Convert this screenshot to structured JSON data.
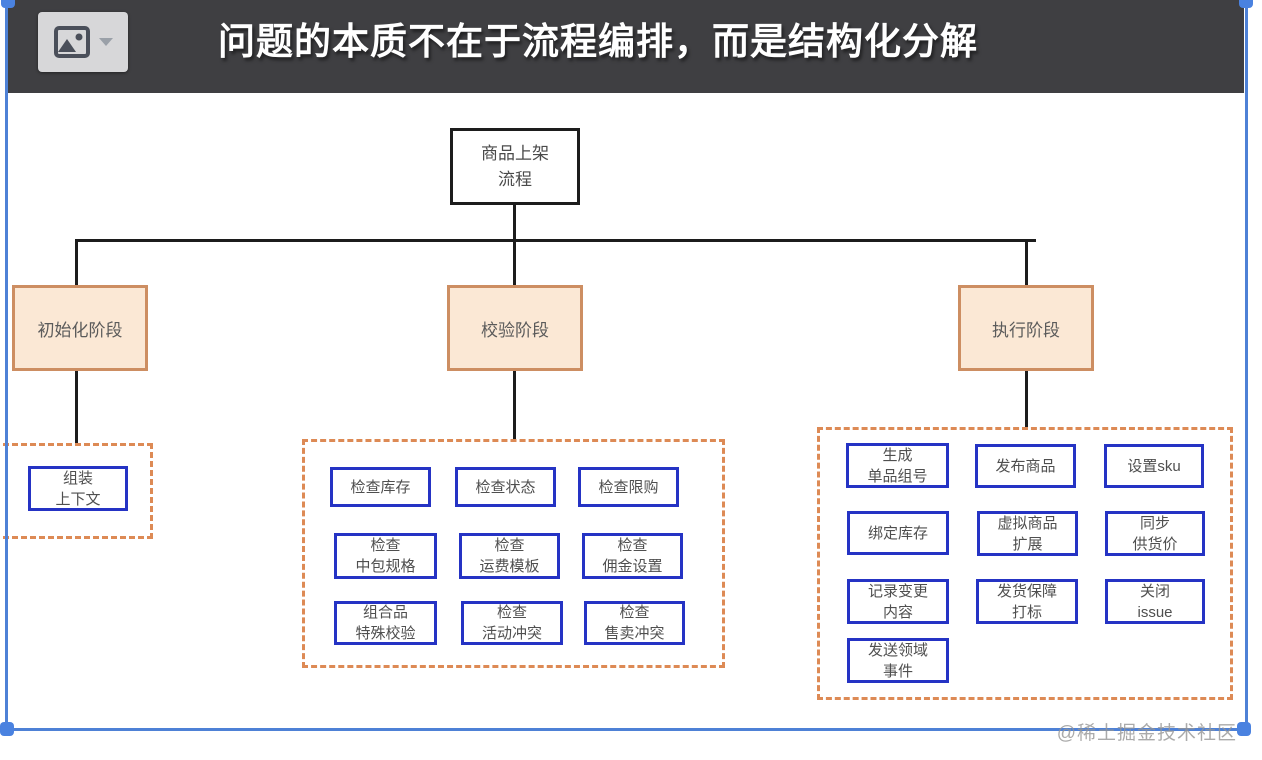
{
  "editor": {
    "toolbar_button": {
      "icon": "image-icon",
      "dropdown": "chevron-down-icon"
    },
    "selection_color": "#4e81d6"
  },
  "slide": {
    "title": "问题的本质不在于流程编排，而是结构化分解",
    "header_bg": "#3f3f42"
  },
  "diagram": {
    "root": {
      "lines": [
        "商品上架",
        "流程"
      ]
    },
    "phases": [
      {
        "label": "初始化阶段"
      },
      {
        "label": "校验阶段"
      },
      {
        "label": "执行阶段"
      }
    ],
    "groups": {
      "init": {
        "items": [
          {
            "lines": [
              "组装",
              "上下文"
            ]
          }
        ]
      },
      "validate": {
        "items": [
          {
            "lines": [
              "检查库存"
            ]
          },
          {
            "lines": [
              "检查状态"
            ]
          },
          {
            "lines": [
              "检查限购"
            ]
          },
          {
            "lines": [
              "检查",
              "中包规格"
            ]
          },
          {
            "lines": [
              "检查",
              "运费模板"
            ]
          },
          {
            "lines": [
              "检查",
              "佣金设置"
            ]
          },
          {
            "lines": [
              "组合品",
              "特殊校验"
            ]
          },
          {
            "lines": [
              "检查",
              "活动冲突"
            ]
          },
          {
            "lines": [
              "检查",
              "售卖冲突"
            ]
          }
        ]
      },
      "execute": {
        "items": [
          {
            "lines": [
              "生成",
              "单品组号"
            ]
          },
          {
            "lines": [
              "发布商品"
            ]
          },
          {
            "lines": [
              "设置sku"
            ]
          },
          {
            "lines": [
              "绑定库存"
            ]
          },
          {
            "lines": [
              "虚拟商品",
              "扩展"
            ]
          },
          {
            "lines": [
              "同步",
              "供货价"
            ]
          },
          {
            "lines": [
              "记录变更",
              "内容"
            ]
          },
          {
            "lines": [
              "发货保障",
              "打标"
            ]
          },
          {
            "lines": [
              "关闭",
              "issue"
            ]
          },
          {
            "lines": [
              "发送领域",
              "事件"
            ]
          }
        ]
      }
    },
    "colors": {
      "phase_fill": "#fbe8d5",
      "phase_border": "#cd8e62",
      "task_border": "#2533c4",
      "group_border": "#dd8a55",
      "line": "#1c1c1c"
    }
  },
  "watermark": "@稀土掘金技术社区"
}
